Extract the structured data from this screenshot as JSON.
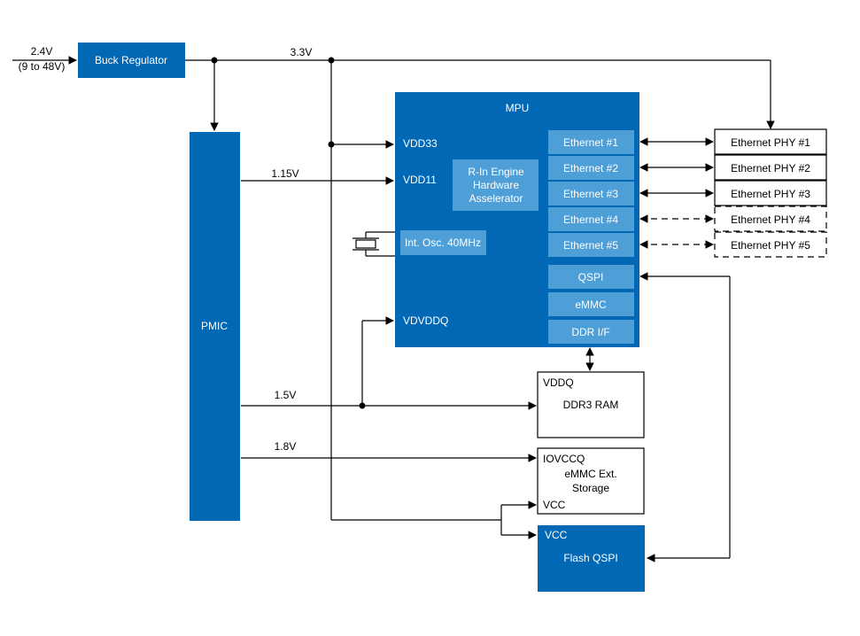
{
  "colors": {
    "dark_block": "#0068b5",
    "light_block": "#4e9fd8",
    "line": "#000000"
  },
  "input": {
    "voltage": "2.4V",
    "range": "(9 to 48V)"
  },
  "buck": {
    "label": "Buck Regulator"
  },
  "rail_33": "3.3V",
  "pmic": {
    "label": "PMIC"
  },
  "rail_115": "1.15V",
  "rail_15": "1.5V",
  "rail_18": "1.8V",
  "mpu": {
    "title": "MPU",
    "vdd33": "VDD33",
    "vdd11": "VDD11",
    "vdvddq": "VDVDDQ",
    "rin_line1": "R-In Engine",
    "rin_line2": "Hardware",
    "rin_line3": "Asselerator",
    "osc": "Int. Osc. 40MHz",
    "eth1": "Ethernet #1",
    "eth2": "Ethernet #2",
    "eth3": "Ethernet #3",
    "eth4": "Ethernet #4",
    "eth5": "Ethernet #5",
    "qspi": "QSPI",
    "emmc": "eMMC",
    "ddr": "DDR I/F"
  },
  "phys": {
    "phy1": "Ethernet PHY #1",
    "phy2": "Ethernet PHY #2",
    "phy3": "Ethernet PHY #3",
    "phy4": "Ethernet PHY #4",
    "phy5": "Ethernet PHY #5"
  },
  "ddr3": {
    "pin": "VDDQ",
    "label": "DDR3 RAM"
  },
  "emmc_ext": {
    "pin": "IOVCCQ",
    "line1": "eMMC Ext.",
    "line2": "Storage",
    "vcc": "VCC"
  },
  "flash": {
    "pin": "VCC",
    "label": "Flash QSPI"
  }
}
